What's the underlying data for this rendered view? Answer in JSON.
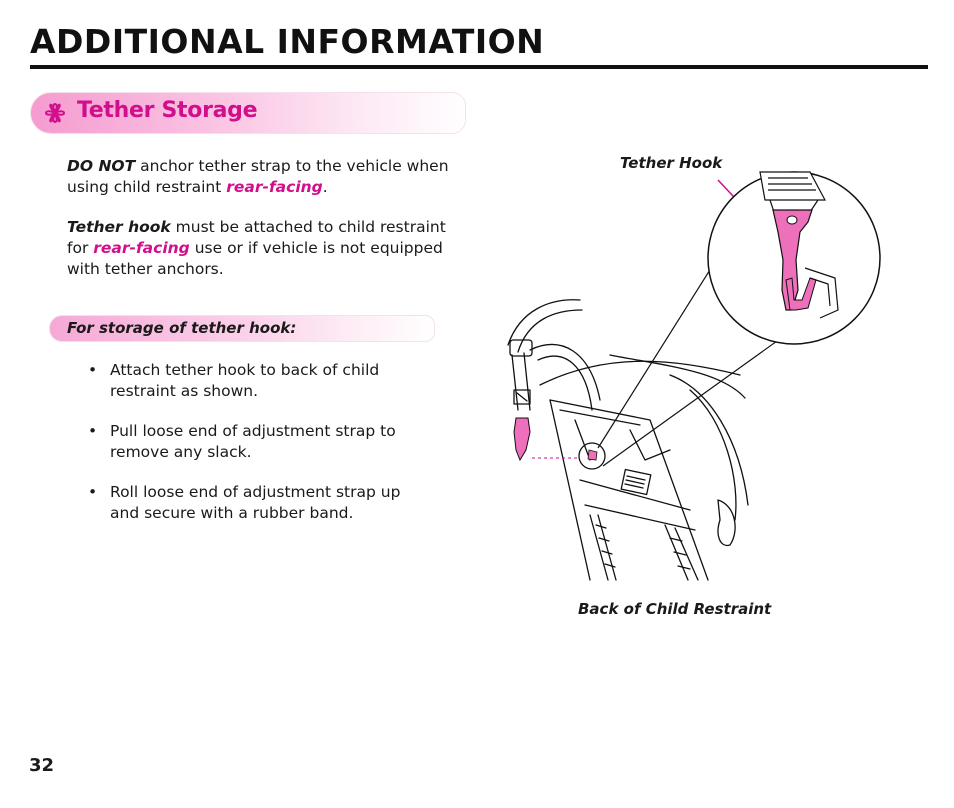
{
  "header": {
    "title": "ADDITIONAL INFORMATION"
  },
  "section": {
    "icon": "flower-icon",
    "title": "Tether Storage",
    "para1": {
      "lead": "DO NOT",
      "text": " anchor tether strap to the vehicle when using child restraint ",
      "highlight": "rear-facing",
      "end": "."
    },
    "para2": {
      "lead": "Tether hook",
      "text": " must be attached to child restraint for ",
      "highlight": "rear-facing",
      "end": " use or if vehicle is not equipped with tether anchors."
    },
    "subheading": "For storage of tether hook:",
    "bullets": [
      "Attach tether hook to back of child restraint as shown.",
      "Pull loose end of adjustment strap to remove any slack.",
      "Roll loose end of adjustment strap up and secure with a rubber band."
    ]
  },
  "figure": {
    "callout_label": "Tether Hook",
    "caption": "Back of Child Restraint"
  },
  "footer": {
    "page_number": "32"
  },
  "colors": {
    "accent": "#d10f8c",
    "bar_start": "#f59bd0",
    "text": "#1a1a1a"
  }
}
